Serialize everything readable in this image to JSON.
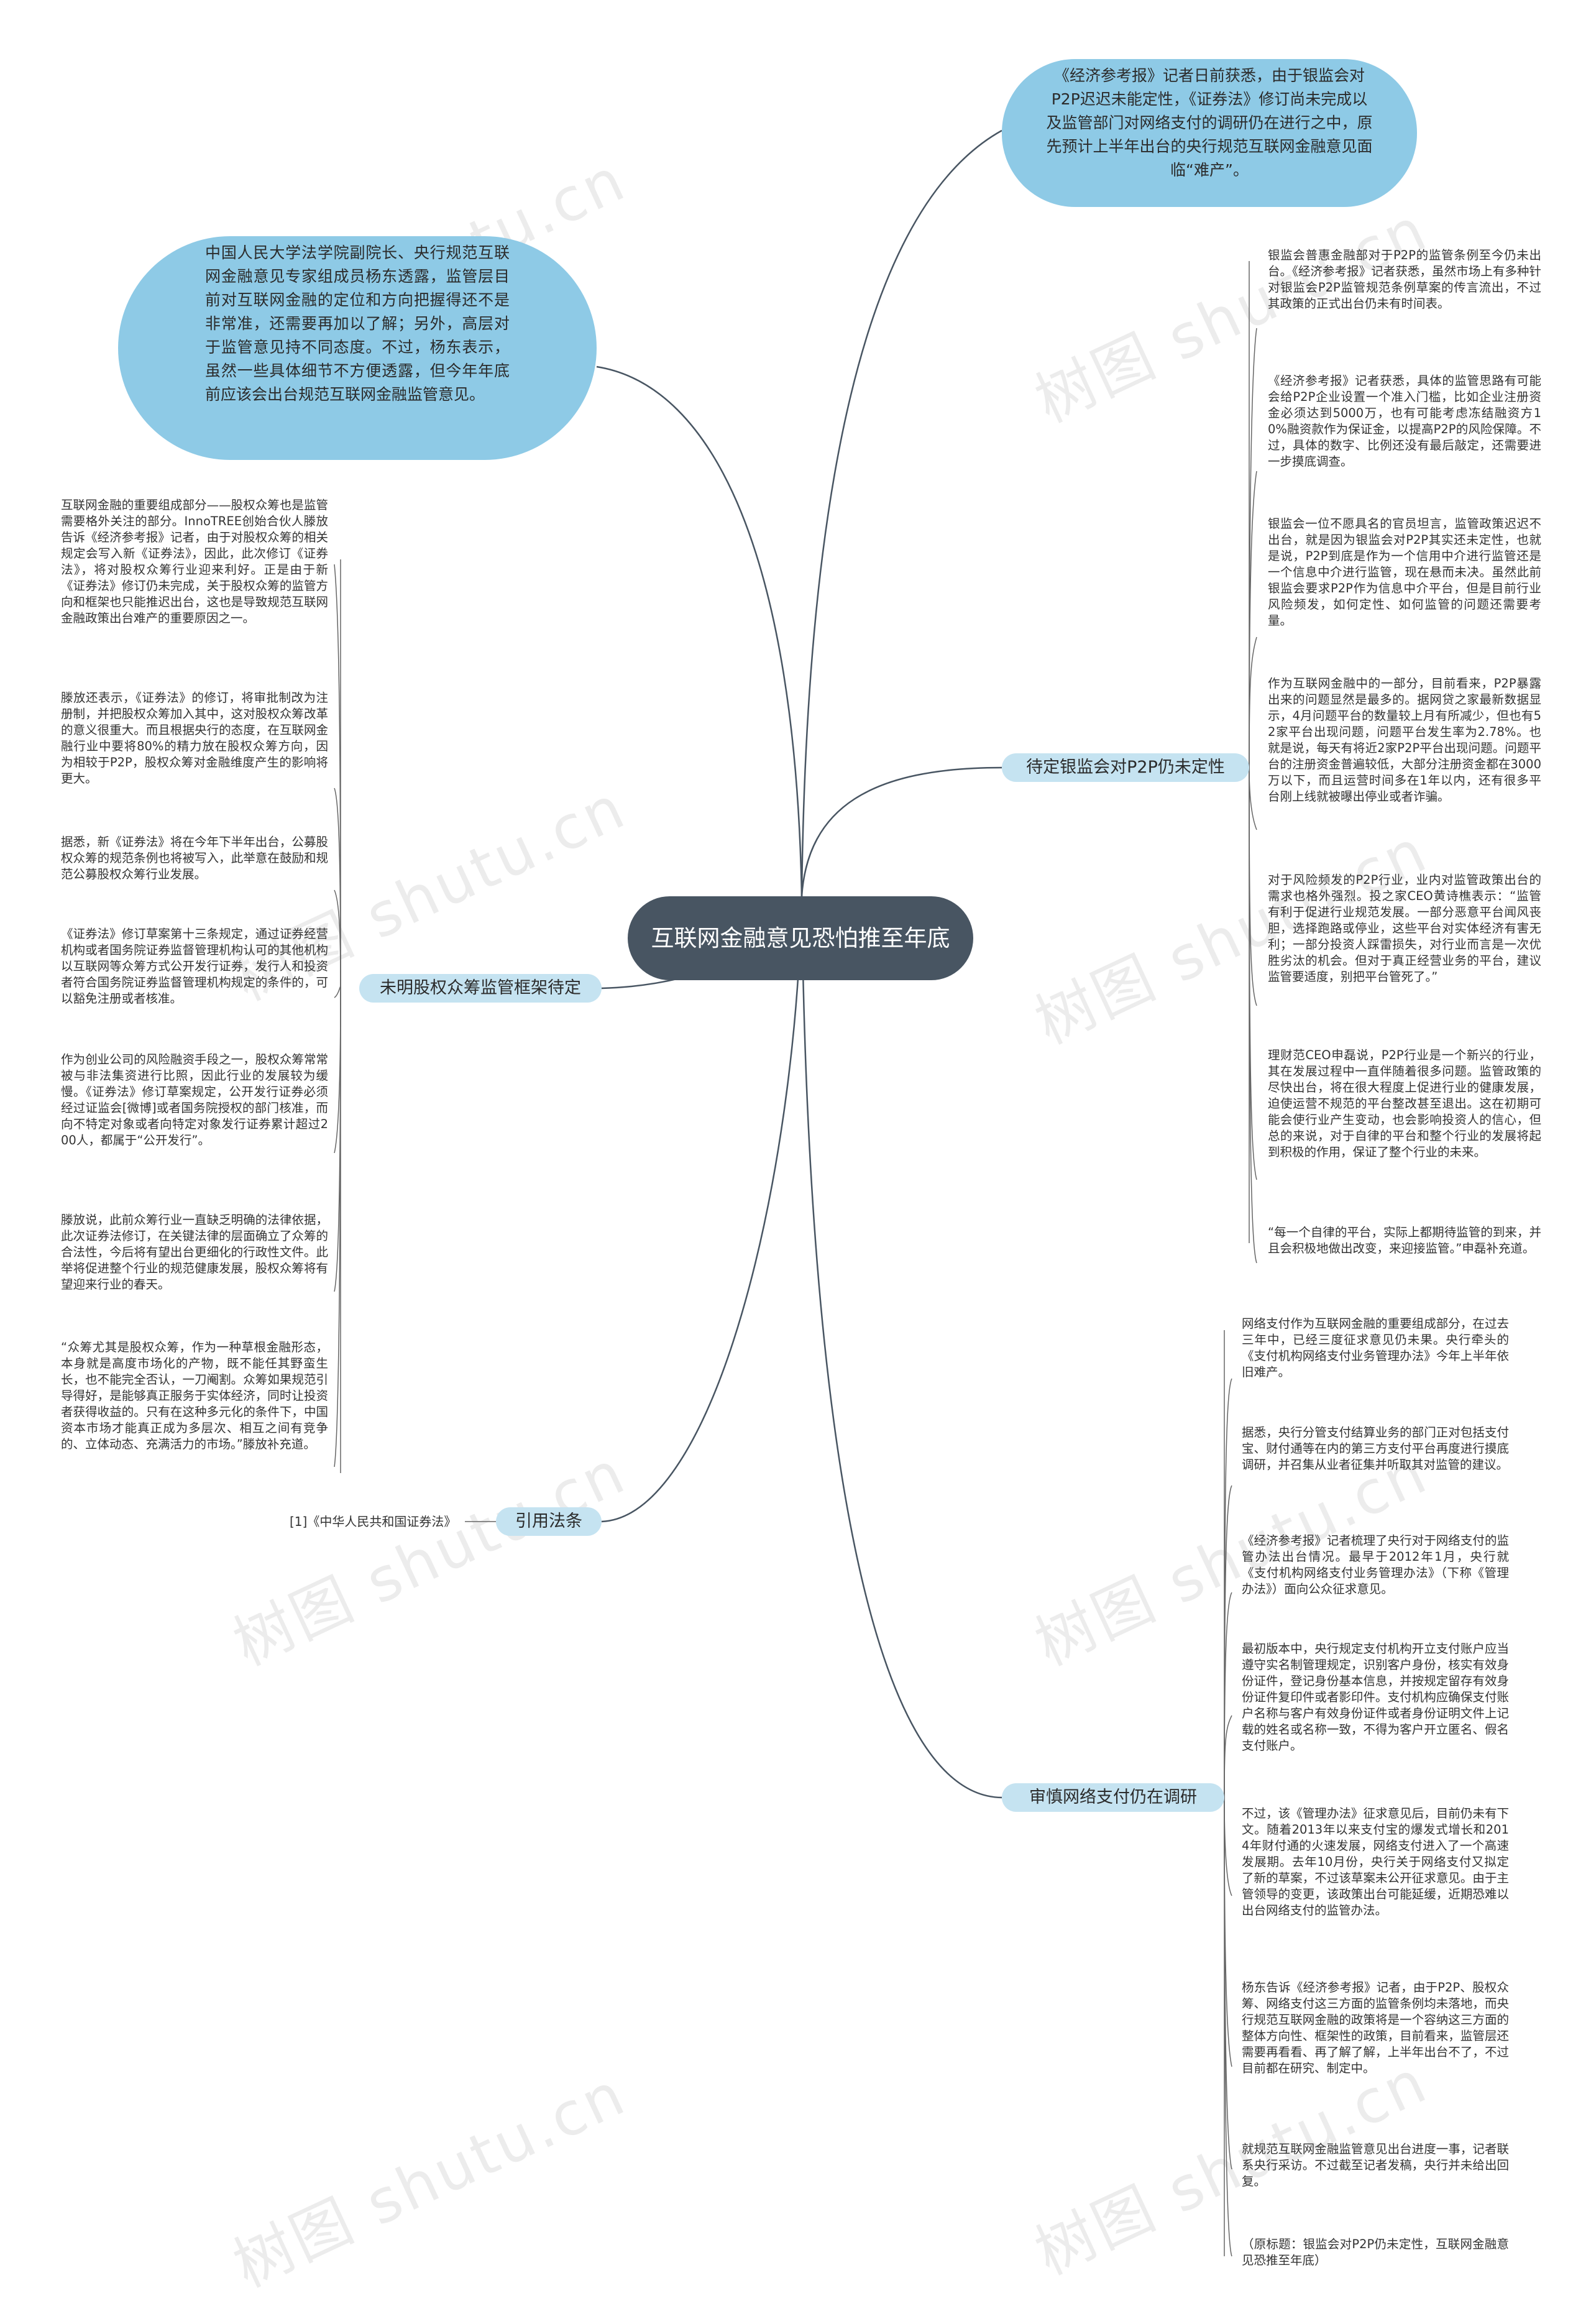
{
  "watermark": "树图 shutu.cn",
  "root": "互联网金融意见恐怕推至年底",
  "bubbles": {
    "top_right": "《经济参考报》记者日前获悉，由于银监会对P2P迟迟未能定性，《证券法》修订尚未完成以及监管部门对网络支付的调研仍在进行之中，原先预计上半年出台的央行规范互联网金融意见面临“难产”。",
    "top_left": "中国人民大学法学院副院长、央行规范互联网金融意见专家组成员杨东透露，监管层目前对互联网金融的定位和方向把握得还不是非常准，还需要再加以了解；另外，高层对于监管意见持不同态度。不过，杨东表示，虽然一些具体细节不方便透露，但今年年底前应该会出台规范互联网金融监管意见。"
  },
  "branches": {
    "p2p": "待定银监会对P2P仍未定性",
    "equity": "未明股权众筹监管框架待定",
    "law": "引用法条",
    "payment": "审慎网络支付仍在调研"
  },
  "p2p_leaves": [
    "银监会普惠金融部对于P2P的监管条例至今仍未出台。《经济参考报》记者获悉，虽然市场上有多种针对银监会P2P监管规范条例草案的传言流出，不过其政策的正式出台仍未有时间表。",
    "《经济参考报》记者获悉，具体的监管思路有可能会给P2P企业设置一个准入门槛，比如企业注册资金必须达到5000万，也有可能考虑冻结融资方10%融资款作为保证金，以提高P2P的风险保障。不过，具体的数字、比例还没有最后敲定，还需要进一步摸底调查。",
    "银监会一位不愿具名的官员坦言，监管政策迟迟不出台，就是因为银监会对P2P其实还未定性，也就是说，P2P到底是作为一个信用中介进行监管还是一个信息中介进行监管，现在悬而未决。虽然此前银监会要求P2P作为信息中介平台，但是目前行业风险频发，如何定性、如何监管的问题还需要考量。",
    "作为互联网金融中的一部分，目前看来，P2P暴露出来的问题显然是最多的。据网贷之家最新数据显示，4月问题平台的数量较上月有所减少，但也有52家平台出现问题，问题平台发生率为2.78%。也就是说，每天有将近2家P2P平台出现问题。问题平台的注册资金普遍较低，大部分注册资金都在3000万以下，而且运营时间多在1年以内，还有很多平台刚上线就被曝出停业或者诈骗。",
    "对于风险频发的P2P行业，业内对监管政策出台的需求也格外强烈。投之家CEO黄诗樵表示：“监管有利于促进行业规范发展。一部分恶意平台闻风丧胆，选择跑路或停业，这些平台对实体经济有害无利；一部分投资人踩雷损失，对行业而言是一次优胜劣汰的机会。但对于真正经营业务的平台，建议监管要适度，别把平台管死了。”",
    "理财范CEO申磊说，P2P行业是一个新兴的行业，其在发展过程中一直伴随着很多问题。监管政策的尽快出台，将在很大程度上促进行业的健康发展，迫使运营不规范的平台整改甚至退出。这在初期可能会使行业产生变动，也会影响投资人的信心，但总的来说，对于自律的平台和整个行业的发展将起到积极的作用，保证了整个行业的未来。",
    "“每一个自律的平台，实际上都期待监管的到来，并且会积极地做出改变，来迎接监管。”申磊补充道。"
  ],
  "equity_leaves": [
    "互联网金融的重要组成部分——股权众筹也是监管需要格外关注的部分。InnoTREE创始合伙人滕放告诉《经济参考报》记者，由于对股权众筹的相关规定会写入新《证券法》，因此，此次修订《证券法》，将对股权众筹行业迎来利好。正是由于新《证券法》修订仍未完成，关于股权众筹的监管方向和框架也只能推迟出台，这也是导致规范互联网金融政策出台难产的重要原因之一。",
    "滕放还表示，《证券法》的修订，将审批制改为注册制，并把股权众筹加入其中，这对股权众筹改革的意义很重大。而且根据央行的态度，在互联网金融行业中要将80%的精力放在股权众筹方向，因为相较于P2P，股权众筹对金融维度产生的影响将更大。",
    "据悉，新《证券法》将在今年下半年出台，公募股权众筹的规范条例也将被写入，此举意在鼓励和规范公募股权众筹行业发展。",
    "《证券法》修订草案第十三条规定，通过证券经营机构或者国务院证券监督管理机构认可的其他机构以互联网等众筹方式公开发行证券，发行人和投资者符合国务院证券监督管理机构规定的条件的，可以豁免注册或者核准。",
    "作为创业公司的风险融资手段之一，股权众筹常常被与非法集资进行比照，因此行业的发展较为缓慢。《证券法》修订草案规定，公开发行证券必须经过证监会[微博]或者国务院授权的部门核准，而向不特定对象或者向特定对象发行证券累计超过200人，都属于“公开发行”。",
    "滕放说，此前众筹行业一直缺乏明确的法律依据，此次证券法修订，在关键法律的层面确立了众筹的合法性，今后将有望出台更细化的行政性文件。此举将促进整个行业的规范健康发展，股权众筹将有望迎来行业的春天。",
    "“众筹尤其是股权众筹，作为一种草根金融形态，本身就是高度市场化的产物，既不能任其野蛮生长，也不能完全否认，一刀阉割。众筹如果规范引导得好，是能够真正服务于实体经济，同时让投资者获得收益的。只有在这种多元化的条件下，中国资本市场才能真正成为多层次、相互之间有竞争的、立体动态、充满活力的市场。”滕放补充道。"
  ],
  "law_ref": "[1]《中华人民共和国证券法》",
  "payment_leaves": [
    "网络支付作为互联网金融的重要组成部分，在过去三年中，已经三度征求意见仍未果。央行牵头的《支付机构网络支付业务管理办法》今年上半年依旧难产。",
    "据悉，央行分管支付结算业务的部门正对包括支付宝、财付通等在内的第三方支付平台再度进行摸底调研，并召集从业者征集并听取其对监管的建议。",
    "《经济参考报》记者梳理了央行对于网络支付的监管办法出台情况。最早于2012年1月，央行就《支付机构网络支付业务管理办法》（下称《管理办法》）面向公众征求意见。",
    "最初版本中，央行规定支付机构开立支付账户应当遵守实名制管理规定，识别客户身份，核实有效身份证件，登记身份基本信息，并按规定留存有效身份证件复印件或者影印件。支付机构应确保支付账户名称与客户有效身份证件或者身份证明文件上记载的姓名或名称一致，不得为客户开立匿名、假名支付账户。",
    "不过，该《管理办法》征求意见后，目前仍未有下文。随着2013年以来支付宝的爆发式增长和2014年财付通的火速发展，网络支付进入了一个高速发展期。去年10月份，央行关于网络支付又拟定了新的草案，不过该草案未公开征求意见。由于主管领导的变更，该政策出台可能延缓，近期恐难以出台网络支付的监管办法。",
    "杨东告诉《经济参考报》记者，由于P2P、股权众筹、网络支付这三方面的监管条例均未落地，而央行规范互联网金融的政策将是一个容纳这三方面的整体方向性、框架性的政策，目前看来，监管层还需要再看看、再了解了解，上半年出台不了，不过目前都在研究、制定中。",
    "就规范互联网金融监管意见出台进度一事，记者联系央行采访。不过截至记者发稿，央行并未给出回复。",
    "（原标题：银监会对P2P仍未定性，互联网金融意见恐推至年底）"
  ]
}
